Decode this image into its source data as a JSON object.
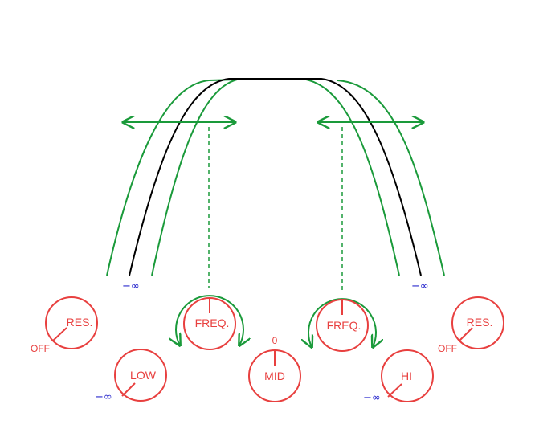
{
  "colors": {
    "curve": "#000000",
    "adjust": "#1a9a3a",
    "knob": "#e8403f",
    "infinity": "#2222cc"
  },
  "labels": {
    "neg_inf": "−∞",
    "off": "OFF",
    "zero": "0"
  },
  "knobs": {
    "res_left": "RES.",
    "freq_left": "FREQ.",
    "low": "LOW",
    "mid": "MID",
    "freq_right": "FREQ.",
    "hi": "HI",
    "res_right": "RES."
  }
}
